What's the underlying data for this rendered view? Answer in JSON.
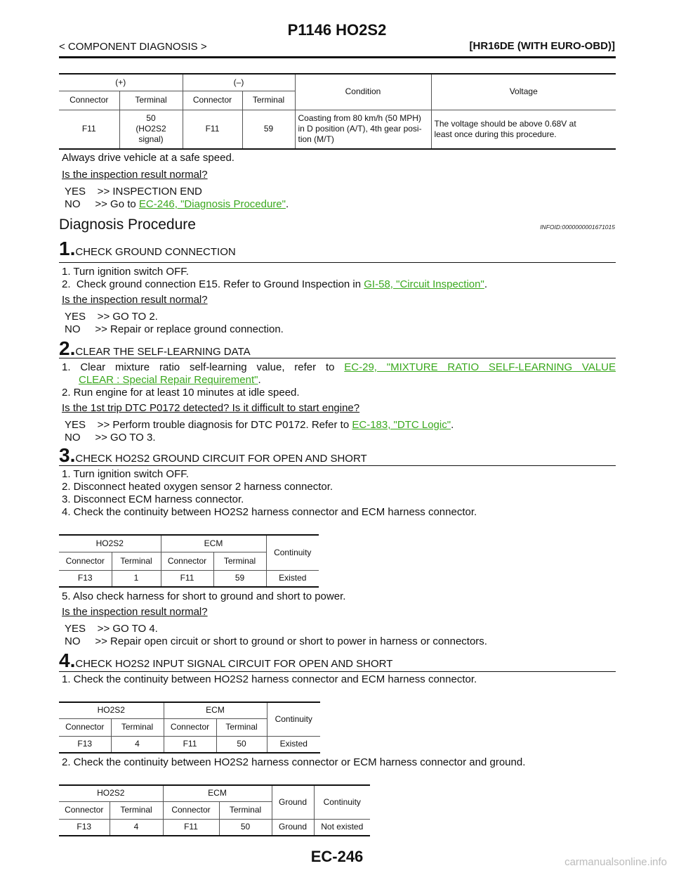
{
  "header": {
    "title": "P1146 HO2S2",
    "breadcrumb": "< COMPONENT DIAGNOSIS >",
    "model": "[HR16DE (WITH EURO-OBD)]"
  },
  "table1": {
    "h_plus": "(+)",
    "h_minus": "(–)",
    "h_condition": "Condition",
    "h_voltage": "Voltage",
    "h_connector": "Connector",
    "h_terminal": "Terminal",
    "row": {
      "c1": "F11",
      "t1": "50",
      "t1_sub": "(HO2S2 signal)",
      "c2": "F11",
      "t2": "59",
      "condition": [
        "Coasting from 80 km/h (50 MPH)",
        "in D position (A/T), 4th gear posi-",
        "tion (M/T)"
      ],
      "voltage": [
        "The voltage should be above 0.68V at",
        "least once during this procedure."
      ]
    }
  },
  "intro": {
    "note": "Always drive vehicle at a safe speed.",
    "question": "Is the inspection result normal?",
    "yes": "YES    >> INSPECTION END",
    "no_prefix": "NO     >> Go to ",
    "no_link": "EC-246, \"Diagnosis Procedure\"",
    "no_suffix": "."
  },
  "section": {
    "title": "Diagnosis Procedure",
    "infoid": "INFOID:0000000001671015"
  },
  "step1": {
    "num": "1.",
    "title": "CHECK GROUND CONNECTION",
    "line1": "1.  Turn ignition switch OFF.",
    "line2_prefix": "2.  Check ground connection E15. Refer to Ground Inspection in ",
    "line2_link": "GI-58, \"Circuit Inspection\"",
    "line2_suffix": ".",
    "question": "Is the inspection result normal?",
    "yes": "YES    >> GO TO 2.",
    "no": "NO     >> Repair or replace ground connection."
  },
  "step2": {
    "num": "2.",
    "title": "CLEAR THE SELF-LEARNING DATA",
    "line1_prefix": "1.  Clear mixture ratio self-learning value, refer to ",
    "line1_link_a": "EC-29, \"MIXTURE RATIO SELF-LEARNING VALUE",
    "line1_link_b": "CLEAR : Special Repair Requirement\"",
    "line1_suffix": ".",
    "line2": "2.  Run engine for at least 10 minutes at idle speed.",
    "question": "Is the 1st trip DTC P0172 detected? Is it difficult to start engine?",
    "yes_prefix": "YES    >> Perform trouble diagnosis for DTC P0172. Refer to ",
    "yes_link": "EC-183, \"DTC Logic\"",
    "yes_suffix": ".",
    "no": "NO     >> GO TO 3."
  },
  "step3": {
    "num": "3.",
    "title": "CHECK HO2S2 GROUND CIRCUIT FOR OPEN AND SHORT",
    "line1": "1.  Turn ignition switch OFF.",
    "line2": "2.  Disconnect heated oxygen sensor 2 harness connector.",
    "line3": "3.  Disconnect ECM harness connector.",
    "line4": "4.  Check the continuity between HO2S2 harness connector and ECM harness connector.",
    "line5": "5.  Also check harness for short to ground and short to power.",
    "question": "Is the inspection result normal?",
    "yes": "YES    >> GO TO 4.",
    "no": "NO     >> Repair open circuit or short to ground or short to power in harness or connectors.",
    "table": {
      "h1": "HO2S2",
      "h2": "ECM",
      "h3": "Continuity",
      "connector": "Connector",
      "terminal": "Terminal",
      "row": [
        "F13",
        "1",
        "F11",
        "59",
        "Existed"
      ]
    }
  },
  "step4": {
    "num": "4.",
    "title": "CHECK HO2S2 INPUT SIGNAL CIRCUIT FOR OPEN AND SHORT",
    "line1": "1.  Check the continuity between HO2S2 harness connector and ECM harness connector.",
    "line2": "2.  Check the continuity between HO2S2 harness connector or ECM harness connector and ground.",
    "table_a": {
      "h1": "HO2S2",
      "h2": "ECM",
      "h3": "Continuity",
      "connector": "Connector",
      "terminal": "Terminal",
      "row": [
        "F13",
        "4",
        "F11",
        "50",
        "Existed"
      ]
    },
    "table_b": {
      "h1": "HO2S2",
      "h2": "ECM",
      "h3": "Ground",
      "h4": "Continuity",
      "connector": "Connector",
      "terminal": "Terminal",
      "row": [
        "F13",
        "4",
        "F11",
        "50",
        "Ground",
        "Not existed"
      ]
    }
  },
  "footer": {
    "page": "EC-246",
    "watermark": "carmanualsonline.info"
  }
}
